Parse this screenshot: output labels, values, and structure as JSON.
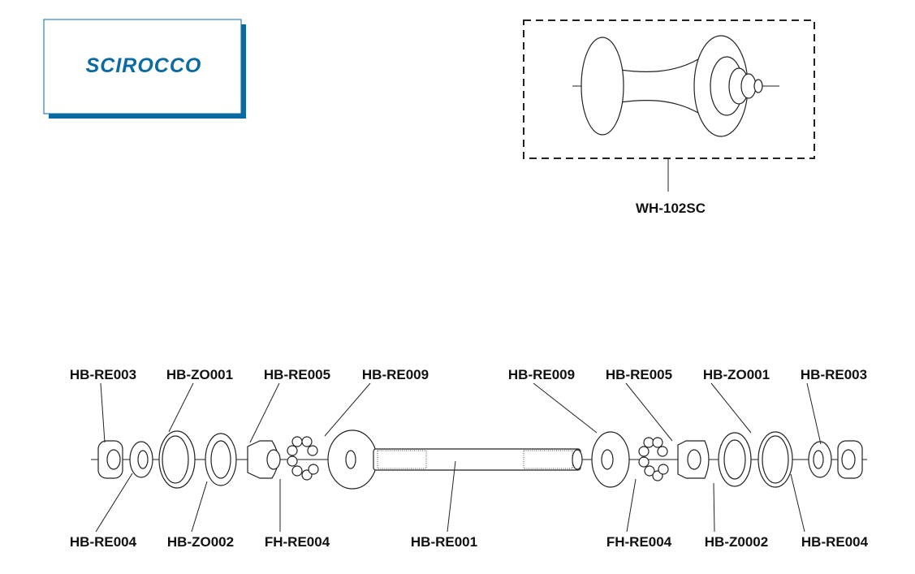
{
  "logo": {
    "text": "SCIROCCO",
    "color": "#0a6aa3"
  },
  "hub": {
    "label": "WH-102SC"
  },
  "top_labels": [
    "HB-RE003",
    "HB-ZO001",
    "HB-RE005",
    "HB-RE009",
    "HB-RE009",
    "HB-RE005",
    "HB-ZO001",
    "HB-RE003"
  ],
  "bottom_labels": [
    "HB-RE004",
    "HB-ZO002",
    "FH-RE004",
    "HB-RE001",
    "FH-RE004",
    "HB-Z0002",
    "HB-RE004"
  ]
}
